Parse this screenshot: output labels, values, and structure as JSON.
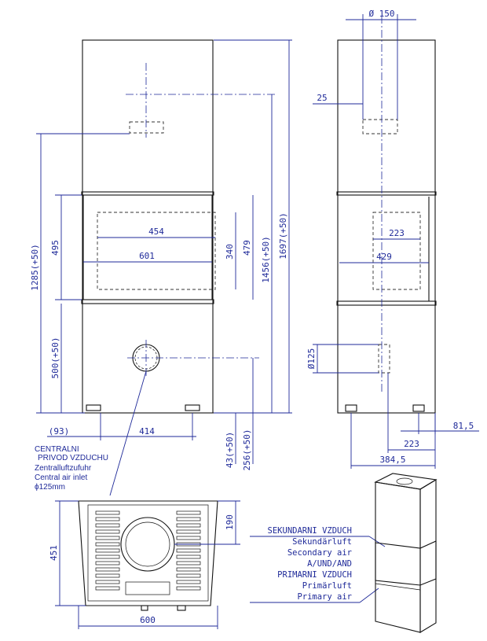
{
  "front_view": {
    "dims": {
      "d454": "454",
      "d601": "601",
      "d340": "340",
      "d479": "479",
      "d495": "495",
      "d1285": "1285(+50)",
      "d500": "500(+50)",
      "d1456": "1456(+50)",
      "d1697": "1697(+50)",
      "d93": "(93)",
      "d414": "414",
      "d43": "43(+50)",
      "d256": "256(+50)"
    },
    "air_inlet_note": {
      "line1": "CENTRALNI",
      "line2": "PRIVOD VZDUCHU",
      "line3": "Zentralluftzufuhr",
      "line4": "Central air inlet",
      "line5": "ϕ125mm"
    }
  },
  "side_view": {
    "dims": {
      "d150": "Ø 150",
      "d25": "25",
      "d223a": "223",
      "d429": "429",
      "d125": "Ø125",
      "d81": "81,5",
      "d223b": "223",
      "d384": "384,5"
    }
  },
  "top_view": {
    "dims": {
      "d190": "190",
      "d451": "451",
      "d600": "600"
    }
  },
  "air_legend": {
    "line1": "SEKUNDARNI VZDUCH",
    "line2": "Sekundärluft",
    "line3": "Secondary air",
    "line4": "A/UND/AND",
    "line5": "PRIMARNI VZDUCH",
    "line6": "Primärluft",
    "line7": "Primary air"
  }
}
